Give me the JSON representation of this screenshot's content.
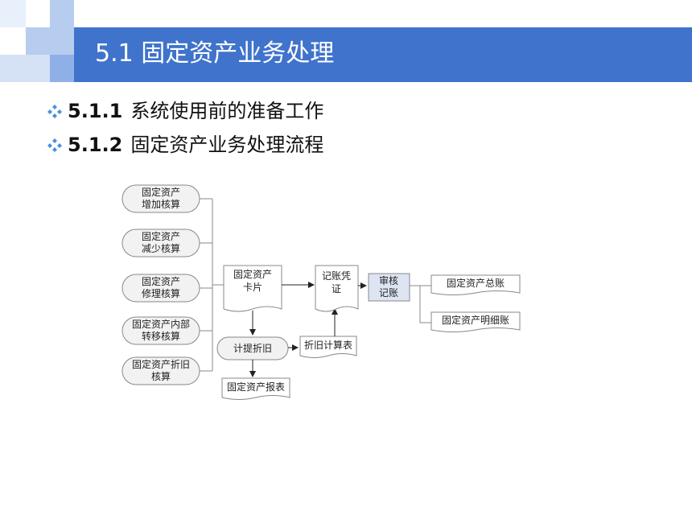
{
  "title": "5.1 固定资产业务处理",
  "bullets": [
    {
      "num": "5.1.1",
      "text": "系统使用前的准备工作"
    },
    {
      "num": "5.1.2",
      "text": "固定资产业务处理流程"
    }
  ],
  "colors": {
    "header": "#3f73cc",
    "deco_light": "#b7cdef",
    "deco_mid": "#8fb0e6",
    "bullet": "#4a90d9"
  },
  "flow": {
    "inputs": [
      [
        "固定资产",
        "增加核算"
      ],
      [
        "固定资产",
        "减少核算"
      ],
      [
        "固定资产",
        "修理核算"
      ],
      [
        "固定资产内部",
        "转移核算"
      ],
      [
        "固定资产折旧",
        "核算"
      ]
    ],
    "card": [
      "固定资产",
      "卡片"
    ],
    "depreciation": "计提折旧",
    "report": "固定资产报表",
    "dep_table": "折旧计算表",
    "voucher": [
      "记账凭",
      "证"
    ],
    "review": [
      "审核",
      "记账"
    ],
    "ledger_total": "固定资产总账",
    "ledger_detail": "固定资产明细账"
  }
}
